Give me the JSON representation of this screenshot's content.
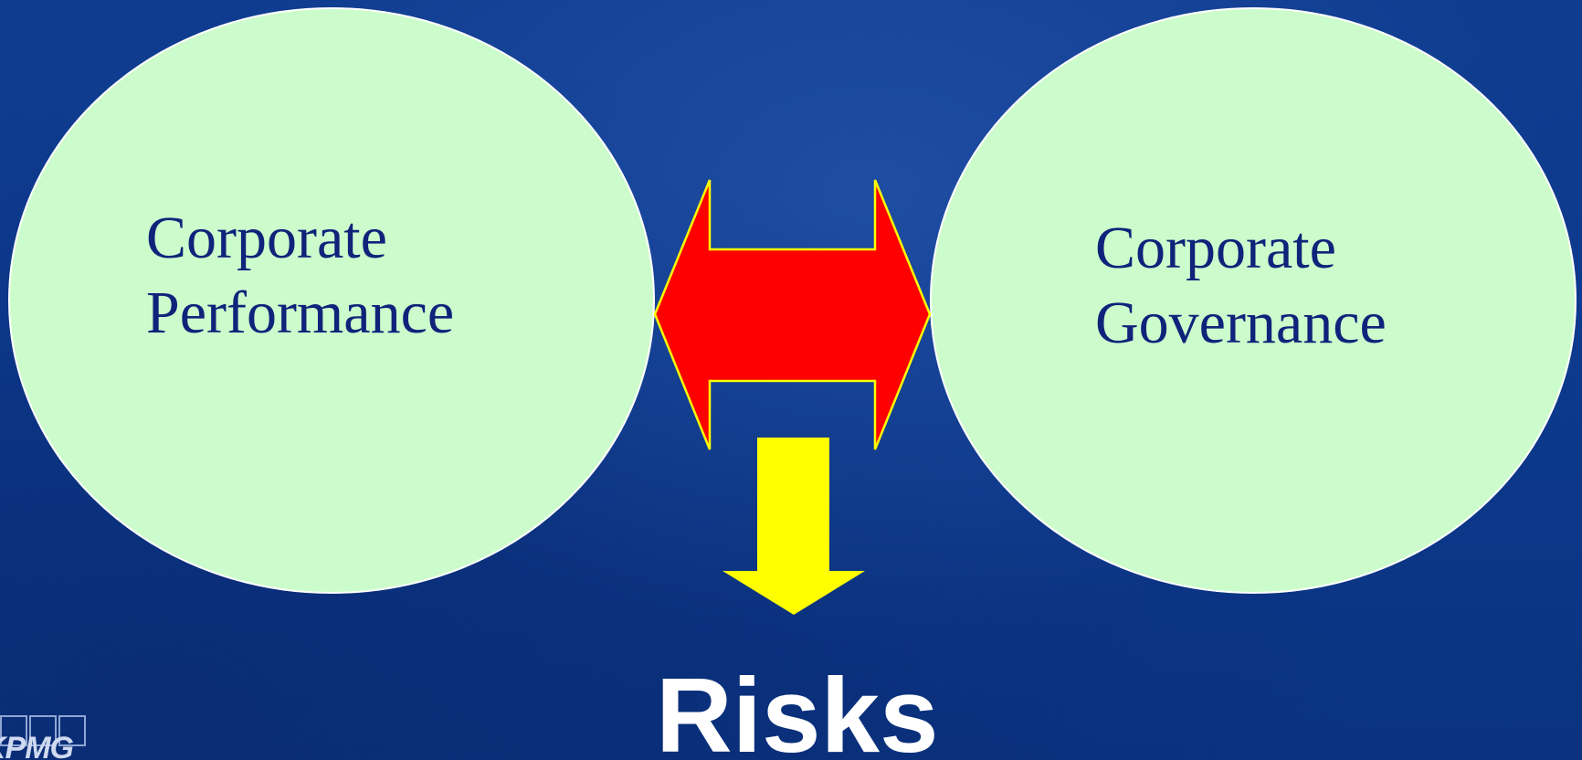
{
  "diagram": {
    "left_circle": {
      "line1": "Corporate",
      "line2": "Performance"
    },
    "right_circle": {
      "line1": "Corporate",
      "line2": "Governance"
    },
    "result_label": "Risks"
  },
  "logo": {
    "text": "KPMG"
  },
  "colors": {
    "background": "#0d3a8e",
    "circle_fill": "#ccfccc",
    "circle_text": "#0f237a",
    "double_arrow_fill": "#ff0000",
    "double_arrow_outline": "#ffff00",
    "down_arrow_fill": "#ffff00",
    "result_text": "#ffffff"
  },
  "icons": {
    "double_arrow": "double-headed-arrow-icon",
    "down_arrow": "down-arrow-icon"
  }
}
